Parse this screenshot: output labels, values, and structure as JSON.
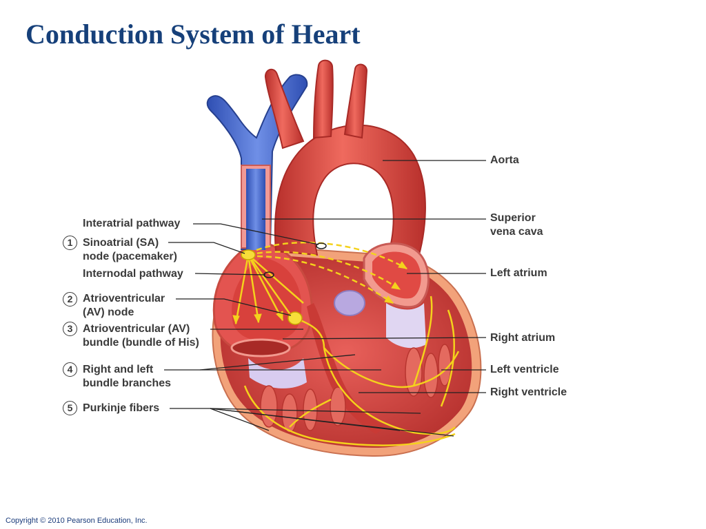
{
  "title": "Conduction System of Heart",
  "labels_left": {
    "interatrial": "Interatrial pathway",
    "sa_num": "1",
    "sa_line1": "Sinoatrial (SA)",
    "sa_line2": "node (pacemaker)",
    "internodal": "Internodal pathway",
    "av_num": "2",
    "av_line1": "Atrioventricular",
    "av_line2": "(AV) node",
    "bundle_num": "3",
    "bundle_line1": "Atrioventricular (AV)",
    "bundle_line2": "bundle (bundle of His)",
    "branches_num": "4",
    "branches_line1": "Right and left",
    "branches_line2": "bundle branches",
    "purkinje_num": "5",
    "purkinje": "Purkinje fibers"
  },
  "labels_right": {
    "aorta": "Aorta",
    "svc_line1": "Superior",
    "svc_line2": "vena cava",
    "left_atrium": "Left atrium",
    "right_atrium": "Right atrium",
    "left_ventricle": "Left ventricle",
    "right_ventricle": "Right ventricle"
  },
  "copyright": "Copyright © 2010 Pearson Education, Inc.",
  "colors": {
    "title": "#16407a",
    "heart_red": "#d9443f",
    "vein_blue": "#4a6fd0",
    "conduction_yellow": "#f4d21c",
    "outer_wall": "#f2a27a"
  }
}
